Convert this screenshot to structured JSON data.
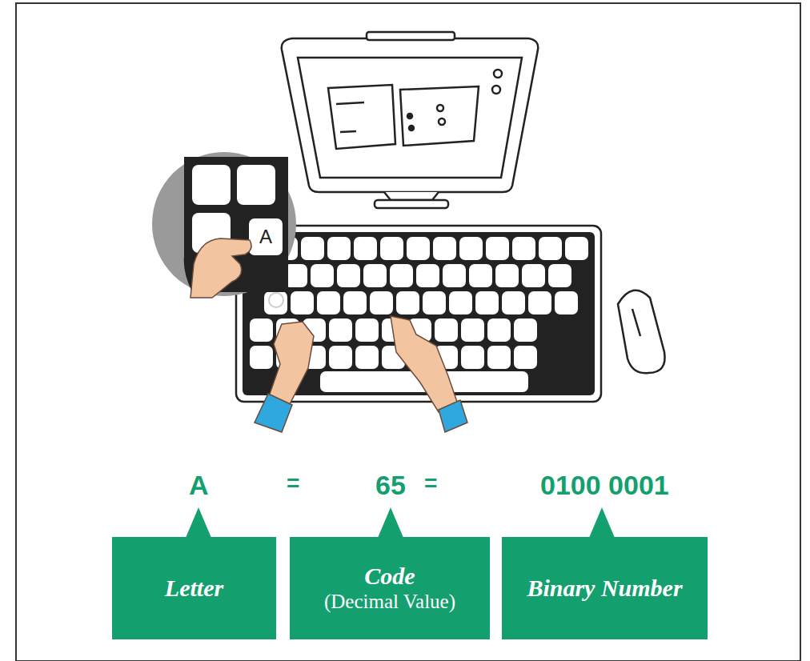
{
  "diagram": {
    "nodes": [
      {
        "text": [
          "Letter"
        ]
      },
      {
        "text": [
          "Code",
          "(Decimal Value)"
        ]
      },
      {
        "text": [
          "Binary Number"
        ]
      }
    ],
    "labels": [
      "A",
      "=",
      "65",
      "=",
      "0100 0001",
      "A"
    ]
  }
}
